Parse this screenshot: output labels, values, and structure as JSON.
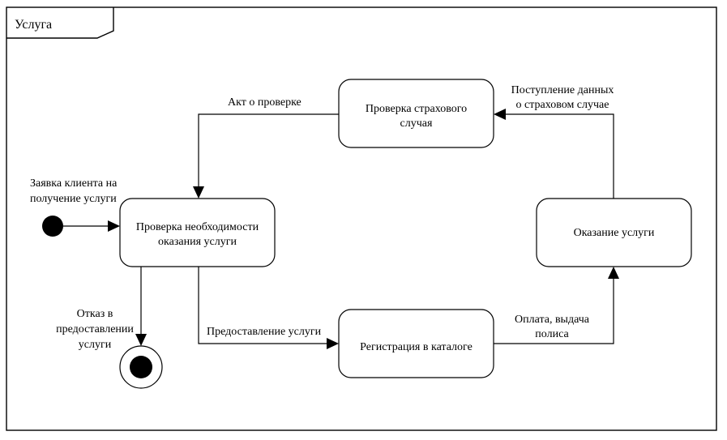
{
  "frame": {
    "title": "Услуга"
  },
  "states": {
    "check_need": {
      "line1": "Проверка необходимости",
      "line2": "оказания услуги"
    },
    "check_insurance": {
      "line1": "Проверка страхового",
      "line2": "случая"
    },
    "service": {
      "label": "Оказание услуги"
    },
    "registration": {
      "label": "Регистрация в каталоге"
    }
  },
  "transitions": {
    "request": {
      "line1": "Заявка клиента на",
      "line2": "получение услуги"
    },
    "act": {
      "label": "Акт о проверке"
    },
    "data_receipt": {
      "line1": "Поступление данных",
      "line2": "о страховом случае"
    },
    "refusal": {
      "line1": "Отказ в",
      "line2": "предоставлении",
      "line3": "услуги"
    },
    "provision": {
      "label": "Предоставление услуги"
    },
    "payment": {
      "line1": "Оплата, выдача",
      "line2": "полиса"
    }
  }
}
